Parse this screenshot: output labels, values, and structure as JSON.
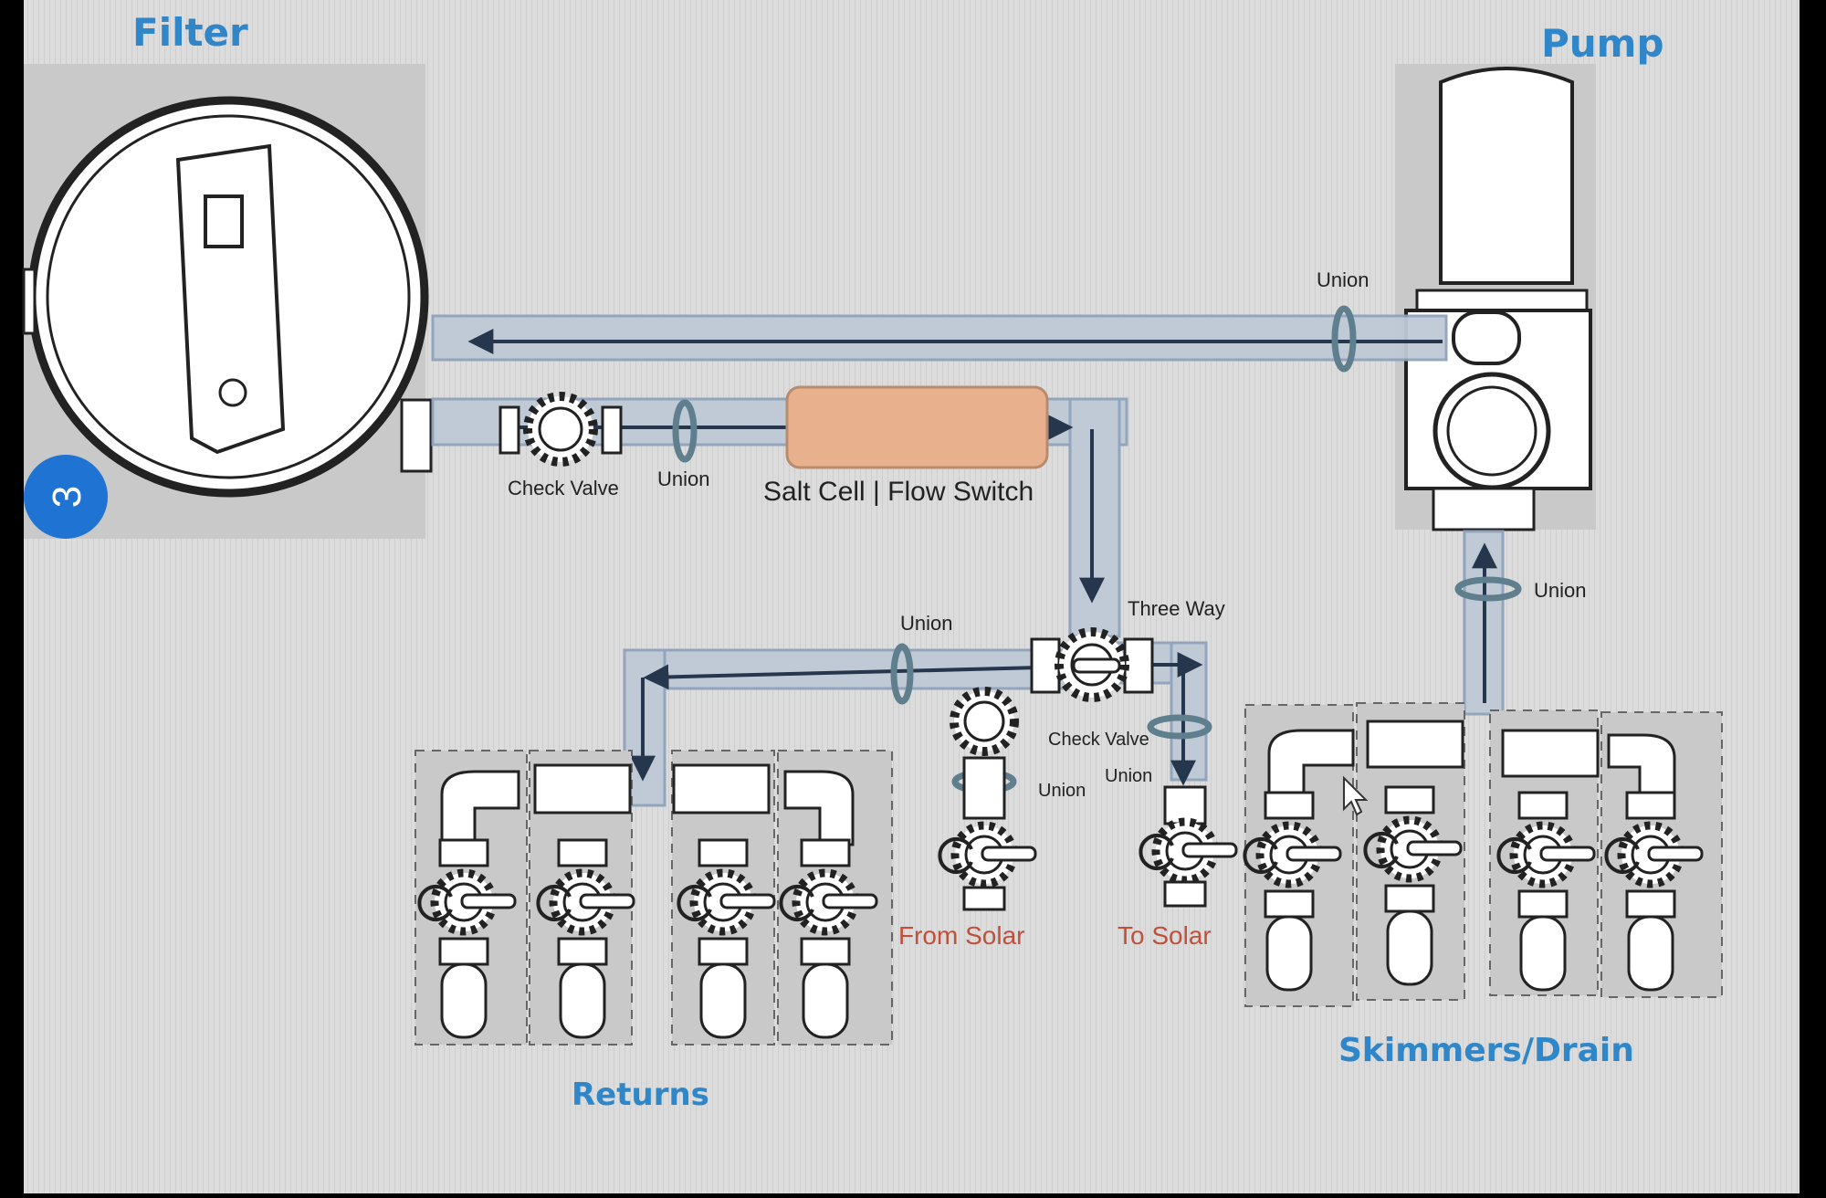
{
  "colors": {
    "screen_bg": "#dedede",
    "title_blue": "#2f86c8",
    "pipe_fill": "#bfcad6",
    "pipe_edge": "#8fa3bb",
    "flow_arrow": "#26374d",
    "salt_cell": "#e9b08e",
    "solar_text": "#c0503a",
    "badge": "#1f73d2",
    "component_bg": "#c9c9c9",
    "union_ring": "#5f7f8f"
  },
  "sections": {
    "filter": "Filter",
    "pump": "Pump",
    "returns": "Returns",
    "skimmers_drain": "Skimmers/Drain"
  },
  "labels": {
    "union_top": "Union",
    "check_valve_top": "Check Valve",
    "union_mid": "Union",
    "salt_cell_flow_switch": "Salt Cell | Flow Switch",
    "union_pump_suction": "Union",
    "three_way": "Three Way",
    "union_return_line": "Union",
    "check_valve_solar": "Check Valve",
    "union_solar_in": "Union",
    "union_solar_out": "Union",
    "from_solar": "From Solar",
    "to_solar": "To Solar"
  },
  "badge": {
    "number": "3"
  }
}
